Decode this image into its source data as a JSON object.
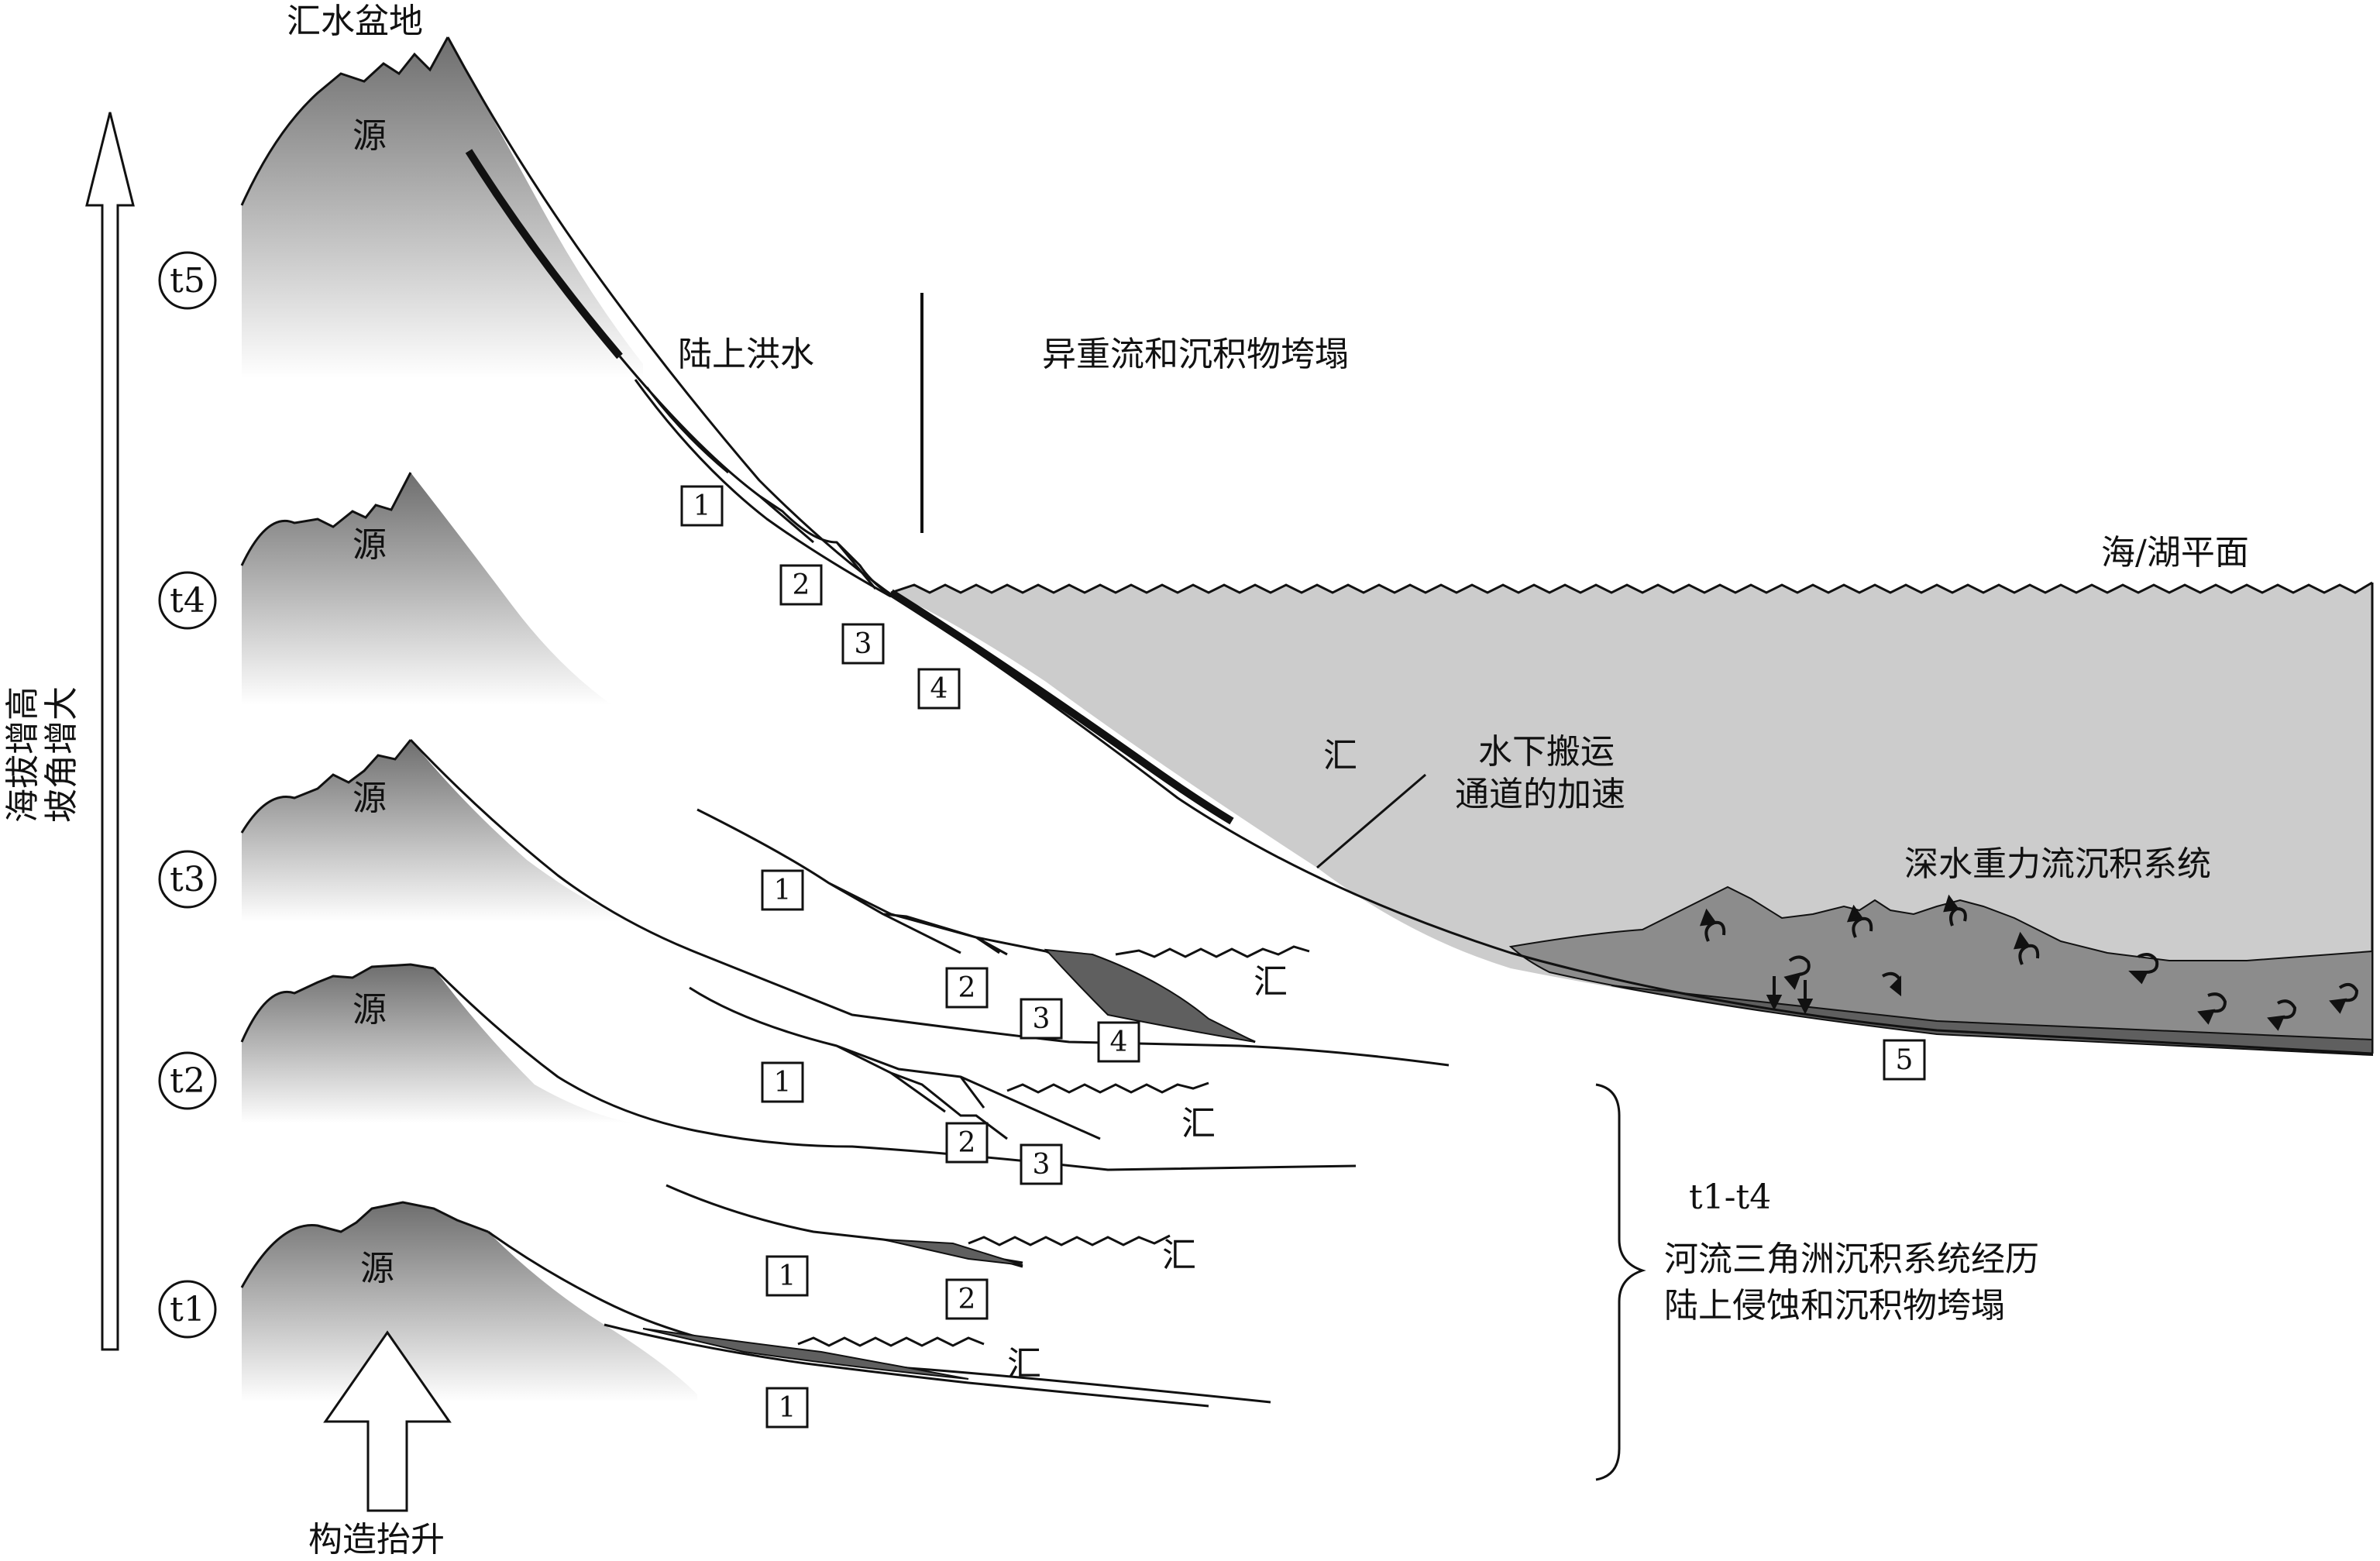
{
  "labels": {
    "top_basin": "汇水盆地",
    "source": "源",
    "onshore_flood": "陆上洪水",
    "hyperpycnal_collapse": "异重流和沉积物垮塌",
    "sea_level": "海/湖平面",
    "sink": "汇",
    "underwater_channel_line1": "水下搬运",
    "underwater_channel_line2": "通道的加速",
    "deepwater_system": "深水重力流沉积系统",
    "y_axis_line1": "海拔增高",
    "y_axis_line2": "坡角增大",
    "uplift": "构造抬升",
    "range": "t1-t4",
    "summary_line1": "河流三角洲沉积系统经历",
    "summary_line2": "陆上侵蚀和沉积物垮塌"
  },
  "time_steps": [
    "t1",
    "t2",
    "t3",
    "t4",
    "t5"
  ],
  "boxes": {
    "t1": [
      "1"
    ],
    "t2": [
      "1",
      "2"
    ],
    "t3": [
      "1",
      "2",
      "3"
    ],
    "t4": [
      "1",
      "2",
      "3",
      "4"
    ],
    "t5": [
      "1",
      "2",
      "3",
      "4",
      "5"
    ]
  },
  "colors": {
    "mountain_dark": "#6e6e6e",
    "water": "#cccccc",
    "deposit_mid": "#8c8c8c",
    "deposit_dark": "#5f5f5f",
    "line": "#111111"
  }
}
